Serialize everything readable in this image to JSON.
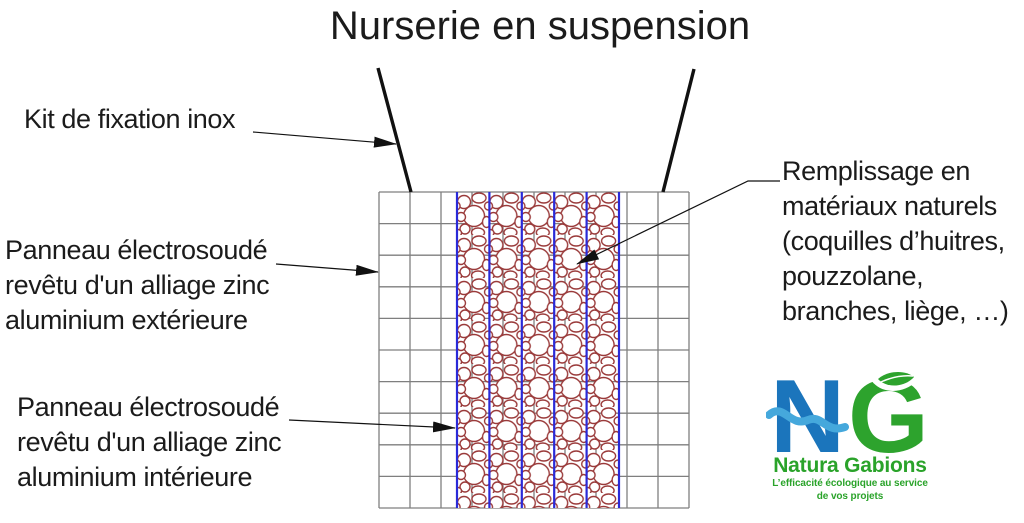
{
  "title": "Nurserie en suspension",
  "labels": {
    "kit_fixation": "Kit de fixation inox",
    "panneau_exterieur": {
      "line1": "Panneau électrosoudé",
      "line2": "revêtu d'un alliage zinc",
      "line3": "aluminium extérieure"
    },
    "panneau_interieur": {
      "line1": "Panneau électrosoudé",
      "line2": "revêtu d'un alliage zinc",
      "line3": "aluminium intérieure"
    },
    "remplissage": {
      "line1": "Remplissage en",
      "line2": "matériaux naturels",
      "line3": "(coquilles d’huitres,",
      "line4": "pouzzolane,",
      "line5": "branches, liège, …)"
    }
  },
  "logo": {
    "monogram_n": "N",
    "monogram_g": "G",
    "name": "Natura Gabions",
    "tagline_line1": "L’efficacité écologique au service",
    "tagline_line2": "de vos projets"
  },
  "colors": {
    "text": "#1b1b1b",
    "grid": "#7f7f7f",
    "panel_blue": "#2a2ad8",
    "fill_red": "#9a3a3a",
    "line_black": "#111111",
    "logo_blue": "#1b75bc",
    "logo_wave": "#45a8dc",
    "logo_green": "#2da32d",
    "logo_text_green": "#2aa32a"
  }
}
